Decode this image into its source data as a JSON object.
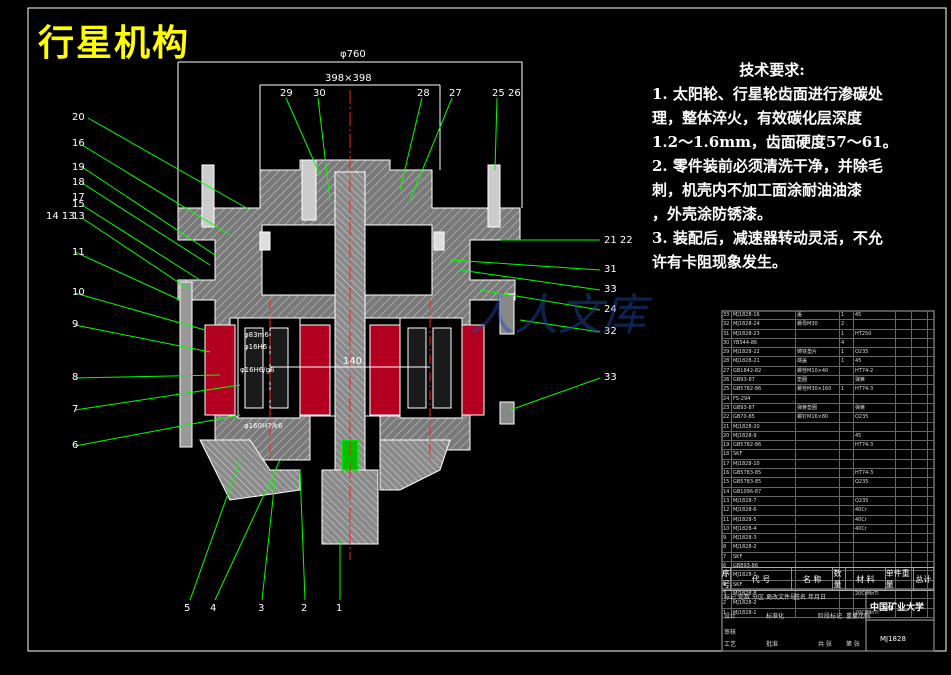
{
  "title": "行星机构",
  "requirements": {
    "heading": "技术要求:",
    "lines": [
      "1. 太阳轮、行星轮齿面进行渗碳处",
      "理，整体淬火，有效碳化层深度",
      "1.2～1.6mm，齿面硬度57～61。",
      "2. 零件装前必须清洗干净，并除毛",
      "刺，机壳内不加工面涂耐油油漆",
      "，外壳涂防锈漆。",
      "3. 装配后，减速器转动灵活，不允",
      "许有卡阻现象发生。"
    ]
  },
  "dimensions": {
    "outer": "φ760",
    "inner": "398×398",
    "center": "140",
    "fit1": "φ83m6",
    "fit2": "φ16H6",
    "fit3": "φ16H6/g6",
    "fit4": "φ160H7/k6"
  },
  "callouts": {
    "left": [
      "20",
      "16",
      "19",
      "18",
      "17",
      "15",
      "14 13",
      "13",
      "11",
      "10",
      "9",
      "8",
      "7",
      "6"
    ],
    "top": [
      "29",
      "30",
      "28",
      "27",
      "25",
      "26"
    ],
    "right": [
      "21 22",
      "31",
      "33",
      "24",
      "32",
      "33"
    ],
    "bottom": [
      "5",
      "4",
      "3",
      "2",
      "1"
    ]
  },
  "bom": [
    [
      "33",
      "MJ1828-16",
      "盖",
      "1",
      "45",
      "",
      ""
    ],
    [
      "32",
      "MJ1828-24",
      "螺母M30",
      "2",
      "",
      "",
      ""
    ],
    [
      "31",
      "MJ1828-23",
      "",
      "1",
      "HT250",
      "",
      ""
    ],
    [
      "30",
      "YB544-86",
      "",
      "4",
      "",
      "",
      ""
    ],
    [
      "29",
      "MJ1828-22",
      "铸铁垫片",
      "1",
      "Q235",
      "",
      ""
    ],
    [
      "28",
      "MJ1828-21",
      "端盖",
      "1",
      "45",
      "",
      ""
    ],
    [
      "27",
      "GB1842-82",
      "螺栓M10×40",
      "",
      "HT74-2",
      "",
      ""
    ],
    [
      "26",
      "GB93-87",
      "垫圈",
      "",
      "弹簧",
      "",
      ""
    ],
    [
      "25",
      "GB5782-86",
      "螺栓M30×160",
      "1",
      "HT74-3",
      "",
      ""
    ],
    [
      "24",
      "FS-294",
      "",
      "",
      "",
      "",
      ""
    ],
    [
      "23",
      "GB93-87",
      "弹簧垫圈",
      "",
      "弹簧",
      "",
      ""
    ],
    [
      "22",
      "GB70-85",
      "螺钉M16×80",
      "",
      "Q235",
      "",
      ""
    ],
    [
      "21",
      "MJ1828-20",
      "",
      "",
      "",
      "",
      ""
    ],
    [
      "20",
      "MJ1828-9",
      "",
      "",
      "45",
      "",
      ""
    ],
    [
      "19",
      "GB5782-86",
      "",
      "",
      "HT74-3",
      "",
      ""
    ],
    [
      "18",
      "SKF",
      "",
      "",
      "",
      "",
      ""
    ],
    [
      "17",
      "MJ1828-10",
      "",
      "",
      "",
      "",
      ""
    ],
    [
      "16",
      "GB5783-85",
      "",
      "",
      "HT74-3",
      "",
      ""
    ],
    [
      "15",
      "GB5783-85",
      "",
      "",
      "Q235",
      "",
      ""
    ],
    [
      "14",
      "GB1096-87",
      "",
      "",
      "",
      "",
      ""
    ],
    [
      "13",
      "MJ1828-7",
      "",
      "",
      "Q235",
      "",
      ""
    ],
    [
      "12",
      "MJ1828-6",
      "",
      "",
      "40Cr",
      "",
      ""
    ],
    [
      "11",
      "MJ1828-5",
      "",
      "",
      "40Cr",
      "",
      ""
    ],
    [
      "10",
      "MJ1828-4",
      "",
      "",
      "40Cr",
      "",
      ""
    ],
    [
      "9",
      "MJ1828-3",
      "",
      "",
      "",
      "",
      ""
    ],
    [
      "8",
      "MJ1828-2",
      "",
      "",
      "",
      "",
      ""
    ],
    [
      "7",
      "SKF",
      "",
      "",
      "",
      "",
      ""
    ],
    [
      "6",
      "GB893-86",
      "",
      "",
      "",
      "",
      ""
    ],
    [
      "5",
      "MJ1828-1",
      "",
      "",
      "",
      "",
      ""
    ],
    [
      "4",
      "SKF",
      "",
      "",
      "",
      "",
      ""
    ],
    [
      "3",
      "MJ1828-8",
      "",
      "",
      "20CrMnTi",
      "",
      ""
    ],
    [
      "2",
      "MJ1828-2",
      "",
      "",
      "",
      "",
      ""
    ],
    [
      "1",
      "MJ1828-1",
      "",
      "",
      "20CrMnTi",
      "",
      ""
    ]
  ],
  "bom_header": [
    "序号",
    "代 号",
    "名 称",
    "数量",
    "材 料",
    "单件重量",
    "总计"
  ],
  "title_block": {
    "school": "中国矿业大学",
    "drawing_no": "MJ1828",
    "cells": [
      "标记",
      "处数",
      "分区",
      "更改文件号",
      "签名",
      "年月日",
      "设计",
      "标准化",
      "阶段标记",
      "重量",
      "比例",
      "审核",
      "工艺",
      "批准",
      "共 张",
      "第 张"
    ]
  },
  "watermark": "人人文库",
  "colors": {
    "line": "#ffffff",
    "leader": "#00ff00",
    "center": "#ff2020",
    "title": "#ffff00",
    "dim": "#ffffff"
  }
}
